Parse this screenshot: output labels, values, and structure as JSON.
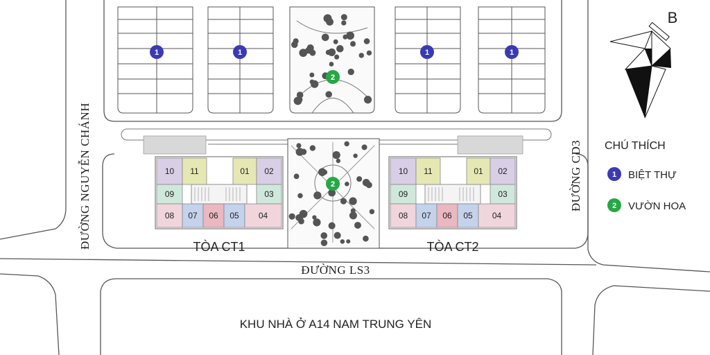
{
  "compass": {
    "letter": "B"
  },
  "roads": {
    "left": "ĐƯỜNG NGUYỄN CHÁNH",
    "right": "ĐƯỜNG CD3",
    "bottom": "ĐƯỜNG LS3"
  },
  "zones": {
    "south": "KHU NHÀ Ở A14 NAM TRUNG YÊN"
  },
  "towers": [
    {
      "name": "TÒA CT1"
    },
    {
      "name": "TÒA CT2"
    }
  ],
  "apartment_units": [
    "10",
    "11",
    "01",
    "02",
    "09",
    "03",
    "08",
    "07",
    "06",
    "05",
    "04"
  ],
  "legend": {
    "title": "CHÚ THÍCH",
    "items": [
      {
        "number": "1",
        "label": "BIỆT THỰ",
        "color": "#3a3ab5"
      },
      {
        "number": "2",
        "label": "VƯỜN HOA",
        "color": "#27a844"
      }
    ]
  },
  "colors": {
    "unit_purple": "#d8cfe6",
    "unit_yellow": "#e6e8b4",
    "unit_mint": "#cfe8dc",
    "unit_pink": "#f0d6dc",
    "unit_blue": "#c4d2ec",
    "unit_red": "#eab8c0",
    "villa_badge": "#3a3ab5",
    "garden_badge": "#27a844"
  }
}
